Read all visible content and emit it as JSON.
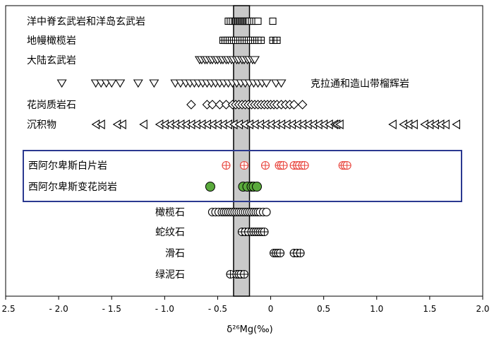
{
  "chart_data": {
    "type": "scatter",
    "title": "",
    "xlabel": "δ²⁶Mg(‰)",
    "ylabel": "",
    "xlim": [
      -2.5,
      2.0
    ],
    "xticks": [
      "- 2.5",
      "- 2.0",
      "- 1.5",
      "- 1.0",
      "- 0.5",
      "0",
      "0.5",
      "1.0",
      "1.5",
      "2.0"
    ],
    "xtick_values": [
      -2.5,
      -2.0,
      -1.5,
      -1.0,
      -0.5,
      0,
      0.5,
      1.0,
      1.5,
      2.0
    ],
    "mantle_band": [
      -0.35,
      -0.2
    ],
    "highlight_box": {
      "rows": [
        7,
        8
      ],
      "color": "#2b3990"
    },
    "grid": false,
    "series": [
      {
        "name": "洋中脊玄武岩和洋岛玄武岩",
        "marker": "square",
        "color": "#000000",
        "values": [
          -0.4,
          -0.38,
          -0.36,
          -0.34,
          -0.33,
          -0.32,
          -0.31,
          -0.3,
          -0.29,
          -0.28,
          -0.27,
          -0.26,
          -0.25,
          -0.24,
          -0.23,
          -0.22,
          -0.21,
          -0.2,
          -0.18,
          -0.16,
          -0.14,
          -0.12,
          0.02
        ]
      },
      {
        "name": "地幔橄榄岩",
        "marker": "square-cross",
        "color": "#000000",
        "values": [
          -0.45,
          -0.43,
          -0.41,
          -0.39,
          -0.37,
          -0.35,
          -0.33,
          -0.31,
          -0.29,
          -0.27,
          -0.25,
          -0.23,
          -0.21,
          -0.19,
          -0.17,
          -0.15,
          -0.13,
          -0.11,
          -0.09,
          0.02,
          0.06
        ]
      },
      {
        "name": "大陆玄武岩",
        "marker": "triangle-down",
        "color": "#000000",
        "values": [
          -0.67,
          -0.65,
          -0.62,
          -0.6,
          -0.57,
          -0.55,
          -0.52,
          -0.5,
          -0.47,
          -0.45,
          -0.42,
          -0.4,
          -0.37,
          -0.35,
          -0.32,
          -0.3,
          -0.27,
          -0.25,
          -0.22,
          -0.2,
          -0.17,
          -0.15
        ]
      },
      {
        "name": "克拉通和造山带榴辉岩",
        "marker": "triangle-down",
        "color": "#000000",
        "values": [
          -1.97,
          -1.65,
          -1.6,
          -1.55,
          -1.5,
          -1.42,
          -1.25,
          -1.1,
          -0.9,
          -0.85,
          -0.8,
          -0.76,
          -0.72,
          -0.68,
          -0.64,
          -0.6,
          -0.56,
          -0.52,
          -0.48,
          -0.44,
          -0.4,
          -0.36,
          -0.32,
          -0.28,
          -0.24,
          -0.2,
          -0.16,
          -0.12,
          -0.08,
          -0.04,
          0.05,
          0.1
        ]
      },
      {
        "name": "花岗质岩石",
        "marker": "diamond",
        "color": "#000000",
        "values": [
          -0.75,
          -0.6,
          -0.55,
          -0.48,
          -0.42,
          -0.36,
          -0.33,
          -0.3,
          -0.27,
          -0.24,
          -0.21,
          -0.18,
          -0.15,
          -0.12,
          -0.09,
          -0.06,
          -0.03,
          0.0,
          0.03,
          0.06,
          0.1,
          0.14,
          0.18,
          0.22,
          0.3
        ]
      },
      {
        "name": "沉积物",
        "marker": "triangle-left",
        "color": "#000000",
        "values": [
          -1.65,
          -1.6,
          -1.45,
          -1.4,
          -1.2,
          -1.05,
          -1.0,
          -0.95,
          -0.9,
          -0.85,
          -0.8,
          -0.75,
          -0.7,
          -0.65,
          -0.6,
          -0.55,
          -0.5,
          -0.45,
          -0.4,
          -0.35,
          -0.3,
          -0.25,
          -0.2,
          -0.15,
          -0.1,
          -0.05,
          0.0,
          0.05,
          0.1,
          0.15,
          0.2,
          0.25,
          0.3,
          0.35,
          0.4,
          0.45,
          0.5,
          0.55,
          0.6,
          0.62,
          0.65,
          1.15,
          1.25,
          1.3,
          1.35,
          1.45,
          1.5,
          1.55,
          1.6,
          1.65,
          1.75
        ]
      },
      {
        "name": "西阿尔卑斯白片岩",
        "marker": "circle-cross",
        "color": "#e8423a",
        "values": [
          -0.42,
          -0.25,
          -0.05,
          0.08,
          0.1,
          0.12,
          0.22,
          0.25,
          0.27,
          0.3,
          0.32,
          0.68,
          0.7,
          0.72
        ]
      },
      {
        "name": "西阿尔卑斯变花岗岩",
        "marker": "circle-filled",
        "color": "#5aaa3c",
        "values": [
          -0.57,
          -0.26,
          -0.22,
          -0.18,
          -0.16,
          -0.13
        ]
      },
      {
        "name": "橄榄石",
        "marker": "circle",
        "color": "#000000",
        "values": [
          -0.55,
          -0.52,
          -0.49,
          -0.46,
          -0.44,
          -0.42,
          -0.4,
          -0.38,
          -0.36,
          -0.34,
          -0.32,
          -0.3,
          -0.28,
          -0.26,
          -0.24,
          -0.22,
          -0.2,
          -0.18,
          -0.16,
          -0.14,
          -0.12,
          -0.1,
          -0.07,
          -0.04
        ]
      },
      {
        "name": "蛇纹石",
        "marker": "circle-cross",
        "color": "#000000",
        "values": [
          -0.27,
          -0.24,
          -0.21,
          -0.18,
          -0.16,
          -0.14,
          -0.12,
          -0.1,
          -0.08,
          -0.06
        ]
      },
      {
        "name": "滑石",
        "marker": "circle-cross",
        "color": "#000000",
        "values": [
          0.03,
          0.05,
          0.07,
          0.09,
          0.22,
          0.25,
          0.28
        ]
      },
      {
        "name": "绿泥石",
        "marker": "circle-cross",
        "color": "#000000",
        "values": [
          -0.38,
          -0.32,
          -0.3,
          -0.28,
          -0.25
        ]
      }
    ],
    "labels": [
      {
        "text": "洋中脊玄武岩和洋岛玄武岩",
        "row": 0,
        "side": "left"
      },
      {
        "text": "地幔橄榄岩",
        "row": 1,
        "side": "left"
      },
      {
        "text": "大陆玄武岩",
        "row": 2,
        "side": "left"
      },
      {
        "text": "克拉通和造山带榴辉岩",
        "row": 3,
        "side": "right"
      },
      {
        "text": "花岗质岩石",
        "row": 4,
        "side": "left"
      },
      {
        "text": "沉积物",
        "row": 5,
        "side": "left"
      },
      {
        "text": "西阿尔卑斯白片岩",
        "row": 6,
        "side": "left"
      },
      {
        "text": "西阿尔卑斯变花岗岩",
        "row": 7,
        "side": "left"
      },
      {
        "text": "橄榄石",
        "row": 8,
        "side": "inner"
      },
      {
        "text": "蛇纹石",
        "row": 9,
        "side": "inner"
      },
      {
        "text": "滑石",
        "row": 10,
        "side": "inner"
      },
      {
        "text": "绿泥石",
        "row": 11,
        "side": "inner"
      }
    ]
  }
}
